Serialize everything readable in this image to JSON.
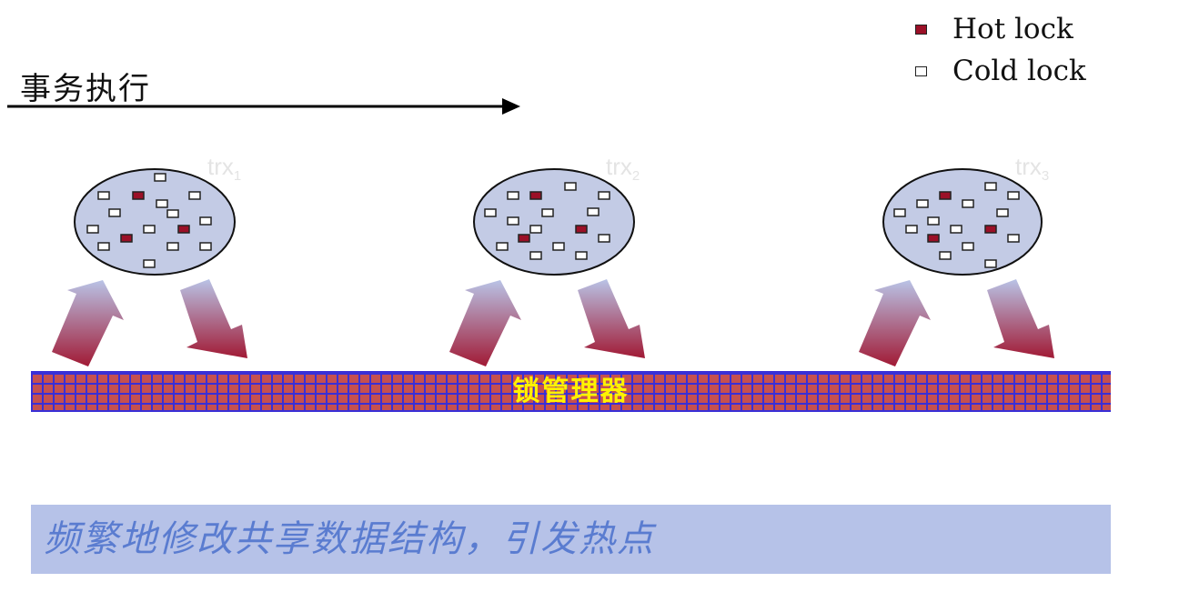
{
  "title": "事务执行",
  "legend": {
    "hot_label": "Hot lock",
    "cold_label": "Cold lock",
    "hot_color": "#9b1027",
    "cold_color": "#ffffff"
  },
  "transactions": [
    {
      "name": "trx",
      "index": "1"
    },
    {
      "name": "trx",
      "index": "2"
    },
    {
      "name": "trx",
      "index": "3"
    }
  ],
  "lock_manager": {
    "label": "锁管理器"
  },
  "footer": {
    "text": "频繁地修改共享数据结构，引发热点"
  },
  "colors": {
    "ellipse_fill": "#c3cbe5",
    "lockbar_fill": "#c55050",
    "lockbar_grid": "#3a2fd6",
    "label_yellow": "#fff200",
    "footer_bg": "#b6c2e8",
    "footer_text": "#5a7cd0"
  }
}
